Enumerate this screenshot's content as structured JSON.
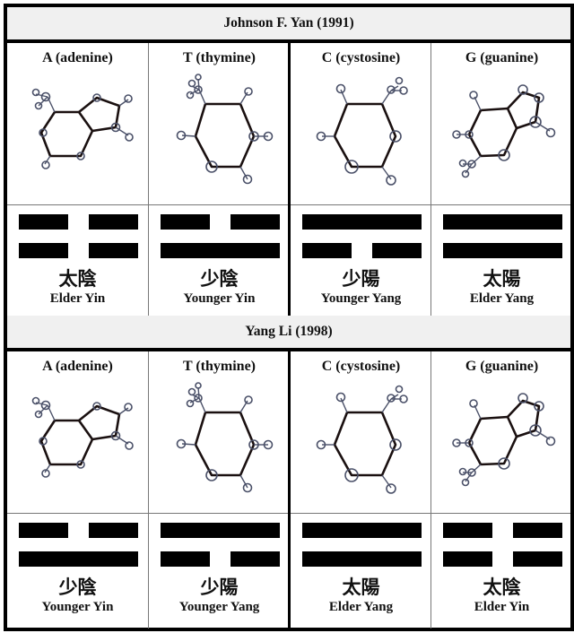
{
  "sections": [
    {
      "title": "Johnson F. Yan (1991)",
      "cells": [
        {
          "base": "A (adenine)",
          "molecule": "adenine",
          "lines": [
            "broken",
            "broken"
          ],
          "chinese": "太陰",
          "english": "Elder Yin"
        },
        {
          "base": "T (thymine)",
          "molecule": "thymine",
          "lines": [
            "broken",
            "solid"
          ],
          "chinese": "少陰",
          "english": "Younger Yin"
        },
        {
          "base": "C (cystosine)",
          "molecule": "cytosine",
          "lines": [
            "solid",
            "broken"
          ],
          "chinese": "少陽",
          "english": "Younger Yang"
        },
        {
          "base": "G (guanine)",
          "molecule": "guanine",
          "lines": [
            "solid",
            "solid"
          ],
          "chinese": "太陽",
          "english": "Elder Yang"
        }
      ]
    },
    {
      "title": "Yang Li (1998)",
      "cells": [
        {
          "base": "A (adenine)",
          "molecule": "adenine",
          "lines": [
            "broken",
            "solid"
          ],
          "chinese": "少陰",
          "english": "Younger Yin"
        },
        {
          "base": "T (thymine)",
          "molecule": "thymine",
          "lines": [
            "solid",
            "broken"
          ],
          "chinese": "少陽",
          "english": "Younger Yang"
        },
        {
          "base": "C (cystosine)",
          "molecule": "cytosine",
          "lines": [
            "solid",
            "solid"
          ],
          "chinese": "太陽",
          "english": "Elder Yang"
        },
        {
          "base": "G (guanine)",
          "molecule": "guanine",
          "lines": [
            "broken",
            "broken"
          ],
          "chinese": "太陰",
          "english": "Elder Yin"
        }
      ]
    }
  ],
  "colors": {
    "border": "#000000",
    "header_bg": "#f0f0f0",
    "atom": "#4a5068",
    "bond": "#1a1010"
  }
}
